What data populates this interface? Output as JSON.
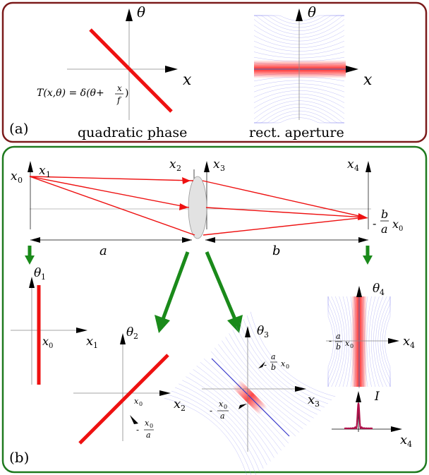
{
  "panel_a": {
    "tag": "(a)",
    "left_caption": "quadratic phase",
    "right_caption": "rect. aperture",
    "axis_theta": "θ",
    "axis_x": "x",
    "formula_main": "T(x,θ) = δ(θ+",
    "formula_num": "x",
    "formula_den": "f",
    "formula_close": ")",
    "colors": {
      "border": "#7b1a1a",
      "line": "#ee1111"
    }
  },
  "panel_b": {
    "tag": "(b)",
    "colors": {
      "border": "#1f7a1f",
      "ray": "#ee1111",
      "arrow": "#1a8a1a",
      "lens": "#e2e2e2",
      "intensity": "#b0104a"
    },
    "source": "x",
    "source_sub": "0",
    "image_b": "b",
    "image_a": "a",
    "image_minus": "-",
    "image_x": "x",
    "image_x_sub": "0",
    "dist_a": "a",
    "dist_b": "b",
    "axes": {
      "x1": {
        "base": "x",
        "sub": "1"
      },
      "x2": {
        "base": "x",
        "sub": "2"
      },
      "x3": {
        "base": "x",
        "sub": "3"
      },
      "x4": {
        "base": "x",
        "sub": "4"
      }
    },
    "phase_plots": {
      "p1": {
        "theta": "θ",
        "theta_sub": "1",
        "x": "x",
        "x_sub": "1",
        "marker": "x",
        "marker_sub": "0"
      },
      "p2": {
        "theta": "θ",
        "theta_sub": "2",
        "x": "x",
        "x_sub": "2",
        "marker": "x",
        "marker_sub": "0",
        "slope_minus": "-",
        "slope_num": "x",
        "slope_num_sub": "0",
        "slope_den": "a"
      },
      "p3": {
        "theta": "θ",
        "theta_sub": "3",
        "x": "x",
        "x_sub": "3",
        "top_minus": "-",
        "top_num": "a",
        "top_den": "b",
        "top_x": "x",
        "top_x_sub": "0",
        "bot_minus": "-",
        "bot_num": "x",
        "bot_num_sub": "0",
        "bot_den": "a"
      },
      "p4": {
        "theta": "θ",
        "theta_sub": "4",
        "x": "x",
        "x_sub": "4",
        "minus": "-",
        "num": "a",
        "den": "b",
        "mx": "x",
        "mx_sub": "0"
      }
    },
    "intensity": {
      "label": "I",
      "x": "x",
      "x_sub": "4"
    }
  }
}
